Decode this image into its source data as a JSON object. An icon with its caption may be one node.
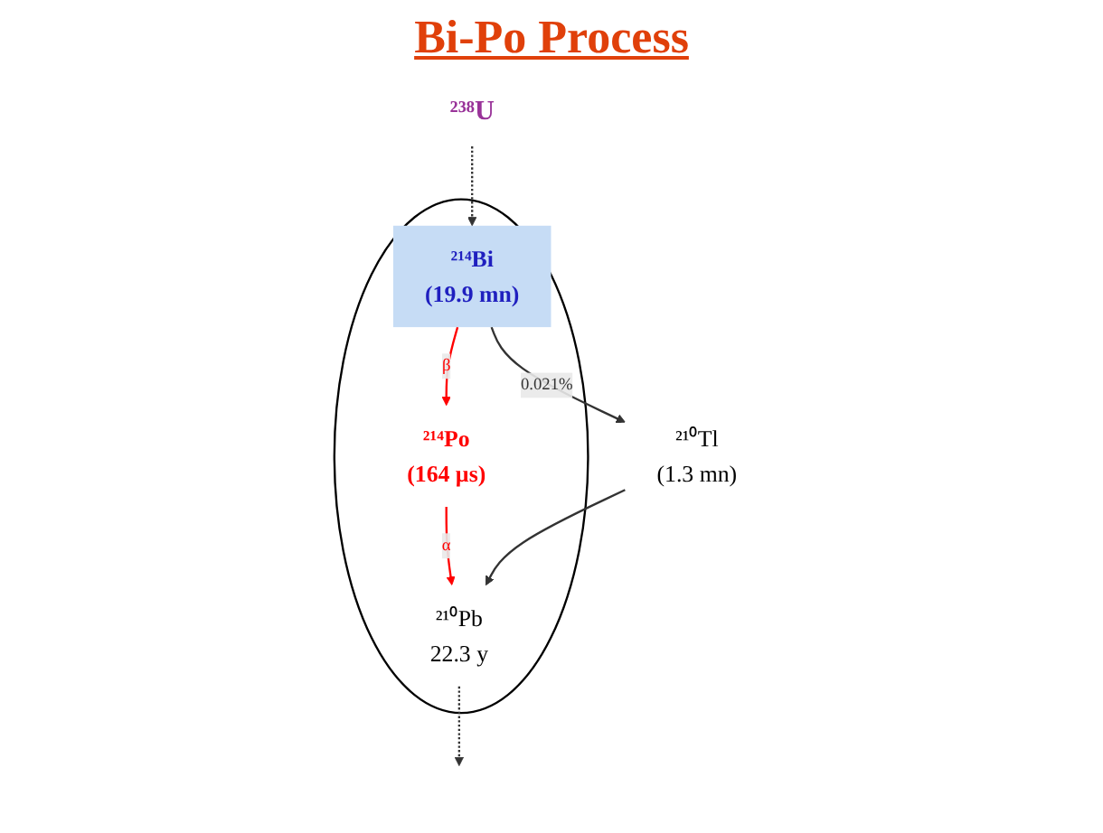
{
  "diagram": {
    "title": "Bi-Po Process",
    "nodes": [
      {
        "text": [],
        "shape": "ellipse"
      },
      {
        "text": [
          "²³⁸U"
        ]
      },
      {
        "text": [
          "²¹⁴Po",
          "(164 µs)"
        ],
        "in": 0
      },
      {
        "text": [
          "²¹⁴Bi",
          "(19.9 mn)"
        ],
        "in": 0
      },
      {
        "text": [
          "²¹⁰Pb",
          "22.3 y"
        ],
        "in": 0
      },
      {
        "text": [
          "²¹⁰Tl",
          "(1.3 mn)"
        ]
      }
    ],
    "edges": [
      {
        "from": 1,
        "to": 3,
        "arrow": "to",
        "style": "dashed"
      },
      {
        "from": 3,
        "to": 2,
        "arrow": "to",
        "label": "β",
        "color": "#ff0000"
      },
      {
        "from": 2,
        "to": 4,
        "arrow": "to",
        "label": "α",
        "color": "#ff0000"
      },
      {
        "from": 3,
        "to": 5,
        "arrow": "to",
        "label": "0.021%"
      },
      {
        "from": 5,
        "to": 4,
        "arrow": "to"
      },
      {
        "from": 4,
        "to": null,
        "arrow": "to",
        "style": "dashed"
      }
    ]
  }
}
